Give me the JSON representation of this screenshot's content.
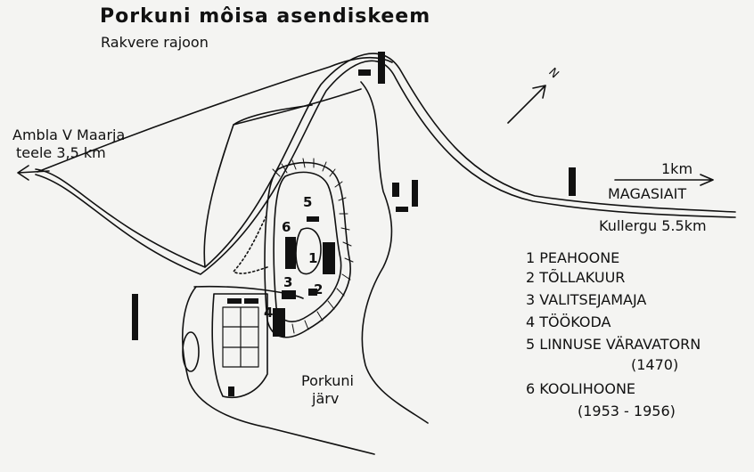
{
  "title": "Porkuni môisa asendiskeem",
  "subtitle": "Rakvere rajoon",
  "labels": {
    "west_road_line1": "Ambla V Maarja",
    "west_road_line2": "teele 3,5 km",
    "distance_1km": "1km",
    "magasiait": "MAGASIAIT",
    "kullergu": "Kullergu 5.5km",
    "lake_line1": "Porkuni",
    "lake_line2": "järv",
    "north": "N"
  },
  "building_numbers": [
    "1",
    "2",
    "3",
    "4",
    "5",
    "6"
  ],
  "legend": [
    {
      "number": "1",
      "label": "PEAHOONE"
    },
    {
      "number": "2",
      "label": "TÕLLAKUUR"
    },
    {
      "number": "3",
      "label": "VALITSEJAMAJA"
    },
    {
      "number": "4",
      "label": "TÖÖKODA"
    },
    {
      "number": "5",
      "label": "LINNUSE VÄRAVATORN",
      "note": "(1470)"
    },
    {
      "number": "6",
      "label": "KOOLIHOONE",
      "note": "(1953 - 1956)"
    }
  ],
  "colors": {
    "ink": "#111111",
    "paper": "#f4f4f2"
  }
}
